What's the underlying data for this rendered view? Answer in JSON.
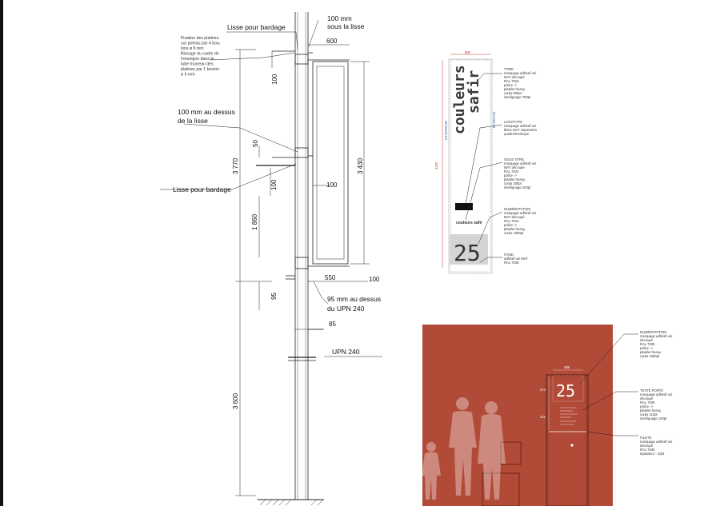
{
  "left_drawing": {
    "label_lisse_top": "Lisse pour bardage",
    "label_100mm_sous": [
      "100 mm",
      "sous la lisse"
    ],
    "dim_600": "600",
    "fixation_note": [
      "Fixation des platines",
      "sur poteau par 4 bou-",
      "lons ø 8 mm",
      "Blocage du cadre de",
      "l'enseigne dans le",
      "tube fourreau des",
      "platines par 1 boulon",
      "ø 6 mm"
    ],
    "dim_100_top": "100",
    "label_100mm_dessus": [
      "100 mm au dessus",
      "de la lisse"
    ],
    "dim_50": "50",
    "dim_3770": "3 770",
    "dim_3430": "3 430",
    "label_lisse_mid": "Lisse pour bardage",
    "dim_100_mid": "100",
    "dim_100_right": "100",
    "dim_1860": "1 860",
    "dim_550": "550",
    "dim_100_bottom": "100",
    "dim_95": "95",
    "label_95mm": [
      "95 mm au dessus",
      "du UPN 240"
    ],
    "dim_85": "85",
    "label_upn": "UPN 240",
    "dim_3600": "3 600"
  },
  "sign_panel": {
    "width_dim": "600",
    "height_dim": "3320",
    "exterieur": "EXTERIEUR",
    "bardage": "BARDAGE",
    "brand_line1": "couleurs",
    "brand_line2": "safir",
    "logo_small": "couleurs safir",
    "number": "25",
    "titre": [
      "TITRE",
      "marquage adhésif uni",
      "MAT découpé",
      "RAL 7016",
      "police ->",
      "platelet heavy,",
      "corps 800pt",
      "interlignage 700pt"
    ],
    "logotype": [
      "LOGOTYPE",
      "marquage adhésif uni",
      "blanc MAT impression",
      "quadrichromique"
    ],
    "sous_titre": [
      "SOUS TITRE",
      "marquage adhésif uni",
      "MAT découpé",
      "RAL 7022",
      "police ->",
      "platelet heavy,",
      "corps 200pt",
      "interlignage 240pt"
    ],
    "numerotation": [
      "NUMÉROTATION",
      "marquage adhésif uni",
      "MAT découpé",
      "RAL 7016",
      "police ->",
      "platelet heavy,",
      "corps 1300pt"
    ],
    "fond": [
      "FOND",
      "adhésif uni MAT",
      "RAL 7035"
    ]
  },
  "door_elevation": {
    "dim_485": "485",
    "dim_474": "474",
    "dim_411": "411",
    "number": "25",
    "numerotation": [
      "NUMÉROTATION",
      "marquage adhésif uni",
      "découpé",
      "RAL 7035",
      "police ->",
      "platelet heavy,",
      "corps 1300pt"
    ],
    "texte_porte": [
      "TEXTE PORTE",
      "marquage adhésif uni",
      "découpé",
      "RAL 7035",
      "police ->",
      "platelet heavy,",
      "corps 110pt",
      "interlignage 140pt"
    ],
    "filets": [
      "FILETS",
      "marquage adhésif uni",
      "découpé",
      "RAL 7035",
      "épaisseur - 10pt"
    ]
  },
  "colors": {
    "wall": "#b24a38",
    "sign_grey": "#d4d4d4",
    "line": "#222222"
  }
}
